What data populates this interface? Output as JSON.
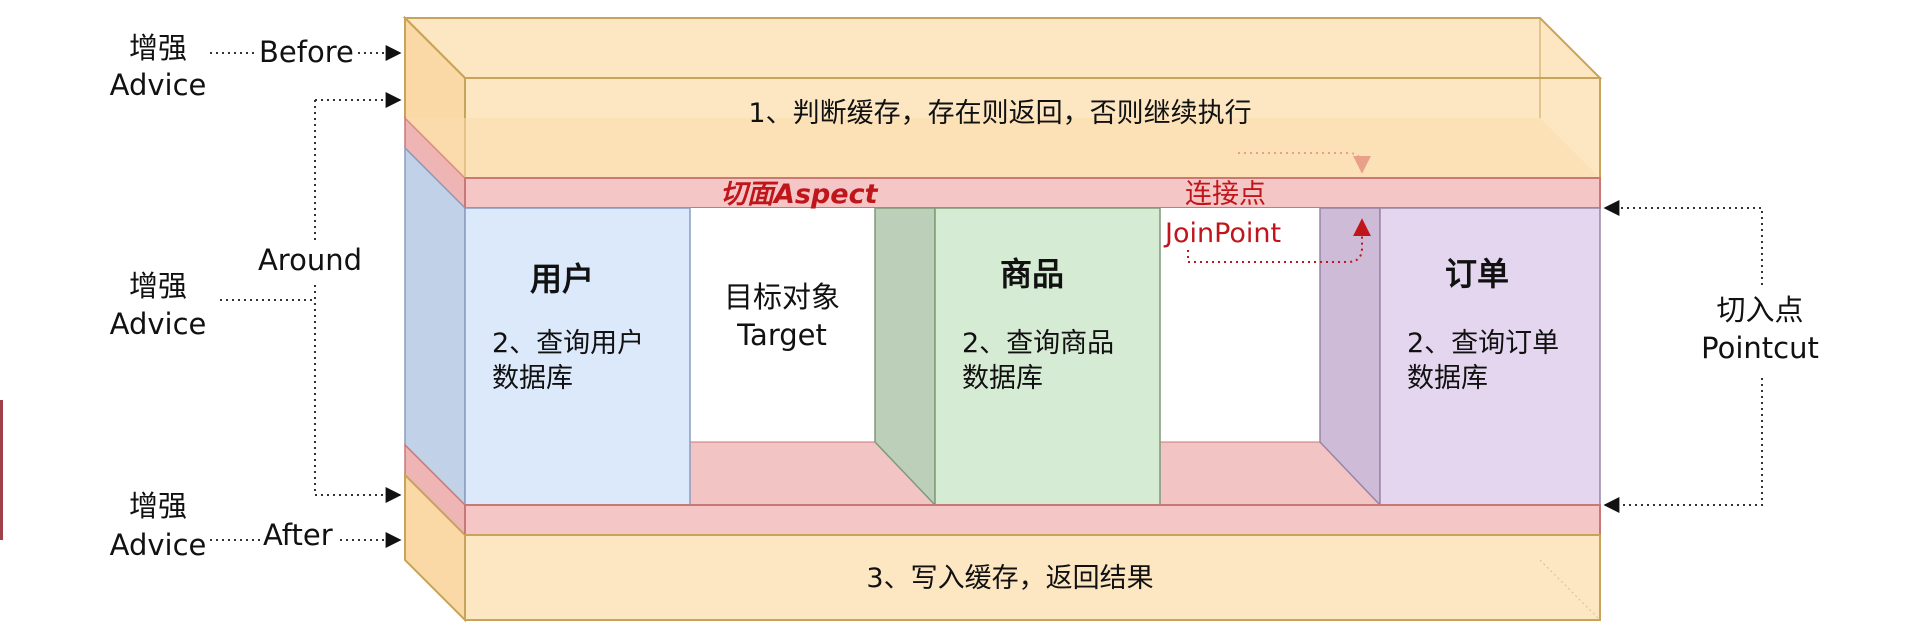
{
  "left_labels": {
    "advice_top": [
      "增强",
      "Advice"
    ],
    "advice_middle": [
      "增强",
      "Advice"
    ],
    "advice_bottom": [
      "增强",
      "Advice"
    ],
    "before": "Before",
    "around": "Around",
    "after": "After"
  },
  "top_layer": {
    "text": "1、判断缓存，存在则返回，否则继续执行"
  },
  "bottom_layer": {
    "text": "3、写入缓存，返回结果"
  },
  "aspect": {
    "label": "切面Aspect"
  },
  "joinpoint": {
    "cn": "连接点",
    "en": "JoinPoint"
  },
  "target": {
    "cn": "目标对象",
    "en": "Target"
  },
  "modules": [
    {
      "title": "用户",
      "line1": "2、查询用户",
      "line2": "数据库"
    },
    {
      "title": "商品",
      "line1": "2、查询商品",
      "line2": "数据库"
    },
    {
      "title": "订单",
      "line1": "2、查询订单",
      "line2": "数据库"
    }
  ],
  "pointcut": {
    "cn": "切入点",
    "en": "Pointcut"
  },
  "colors": {
    "orange_fill": "#fde6c2",
    "orange_edge": "#c8a45a",
    "pink_fill": "#f5c6c6",
    "pink_edge": "#c97878",
    "blue_fill": "#dce9fb",
    "blue_side": "#c1d1e8",
    "green_fill": "#d6ebd3",
    "green_side": "#bccfb8",
    "purple_fill": "#e4d6ee",
    "purple_side": "#cdbbd8",
    "red_text": "#c0161b"
  }
}
